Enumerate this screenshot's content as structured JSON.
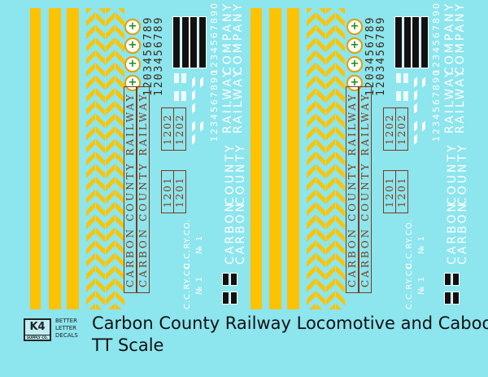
{
  "decals": {
    "numbers": "1203456789",
    "white_numbers": "1234567890",
    "railway": "RAILWAY",
    "company": "COMPANY",
    "carbon": "CARBON",
    "county": "COUNTY",
    "ornate_name": "CARBON COUNTY RAILWAY",
    "unit_1": "1201",
    "unit_2": "1202",
    "reporting_mark": "C.C.RY.CO.",
    "number_one": "№ 1",
    "herald_symbol": "+"
  },
  "logo": {
    "mark": "K4",
    "sub": "SUPPLY CO."
  },
  "tagline": [
    "BETTER",
    "LETTER",
    "DECALS"
  ],
  "title": "Carbon County Railway Locomotive and Caboose",
  "subtitle": "TT Scale",
  "colors": {
    "background": "#8de5ee",
    "yellow": "#fdc300",
    "brown": "#7a3a1a"
  }
}
